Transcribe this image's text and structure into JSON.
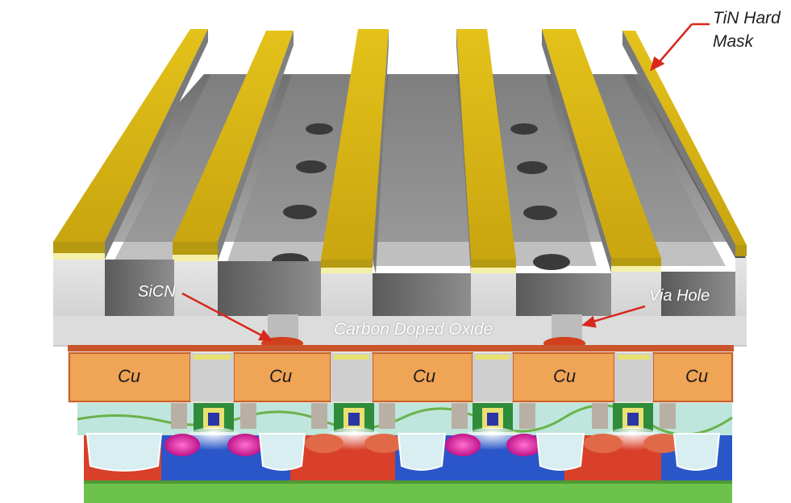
{
  "labels": {
    "tin_hard_mask": "TiN Hard\nMask",
    "sicn": "SiCN",
    "via_hole": "Via Hole",
    "carbon_doped_oxide": "Carbon Doped Oxide",
    "cu": [
      "Cu",
      "Cu",
      "Cu",
      "Cu",
      "Cu"
    ]
  },
  "colors": {
    "hard_mask": "#d8b613",
    "hard_mask_face": "#b89a0c",
    "oxide": "#9a9a9a",
    "oxide_light": "#d8d8d8",
    "copper": "#f0a455",
    "barrier": "#c84a2a",
    "arrow": "#d8281c",
    "substrate": "#6cc24a",
    "n_well": "#2a56c9",
    "p_well": "#d8402a",
    "sti": "#cfe8ea"
  },
  "icons": {
    "arrow": "red-arrow-icon"
  }
}
